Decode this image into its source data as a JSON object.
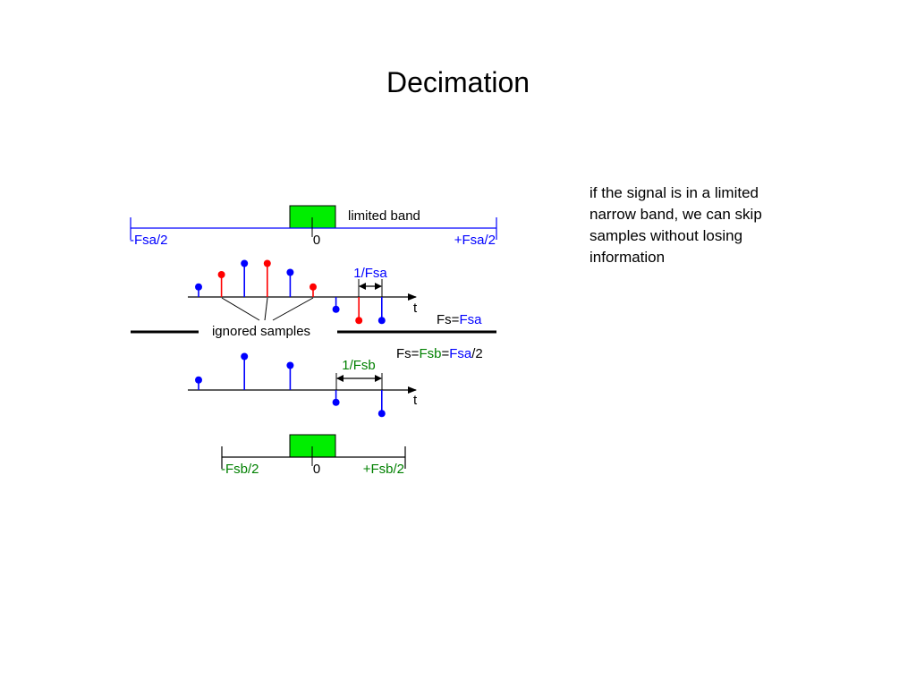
{
  "title": "Decimation",
  "note": "if the signal is in a limited narrow band, we can skip samples without losing information",
  "colors": {
    "blue": "#0000ff",
    "red": "#ff0000",
    "green": "#008000",
    "band_fill": "#00ee00",
    "black": "#000000"
  },
  "spectrum_a": {
    "band_label": "limited band",
    "left": "-Fsa/2",
    "center": "0",
    "right": "+Fsa/2"
  },
  "sampling_a": {
    "period_label": "1/Fsa",
    "axis_label": "t",
    "rate_prefix": "Fs=",
    "rate_value": "Fsa",
    "samples": [
      {
        "value": 0.45,
        "color": "blue"
      },
      {
        "value": 1.0,
        "color": "red"
      },
      {
        "value": 1.5,
        "color": "blue"
      },
      {
        "value": 1.5,
        "color": "red"
      },
      {
        "value": 1.1,
        "color": "blue"
      },
      {
        "value": 0.45,
        "color": "red"
      },
      {
        "value": -0.55,
        "color": "blue"
      },
      {
        "value": -1.05,
        "color": "red"
      },
      {
        "value": -1.05,
        "color": "blue"
      }
    ]
  },
  "ignored_label": "ignored samples",
  "sampling_b": {
    "period_label": "1/Fsb",
    "axis_label": "t",
    "rate_prefix": "Fs=",
    "rate_fsb": "Fsb",
    "rate_eq": "=",
    "rate_fsa": "Fsa",
    "rate_suffix": "/2",
    "samples": [
      {
        "value": 0.45,
        "color": "blue"
      },
      {
        "value": 1.5,
        "color": "blue"
      },
      {
        "value": 1.1,
        "color": "blue"
      },
      {
        "value": -0.55,
        "color": "blue"
      },
      {
        "value": -1.05,
        "color": "blue"
      }
    ]
  },
  "spectrum_b": {
    "left": "-Fsb/2",
    "center": "0",
    "right": "+Fsb/2"
  }
}
